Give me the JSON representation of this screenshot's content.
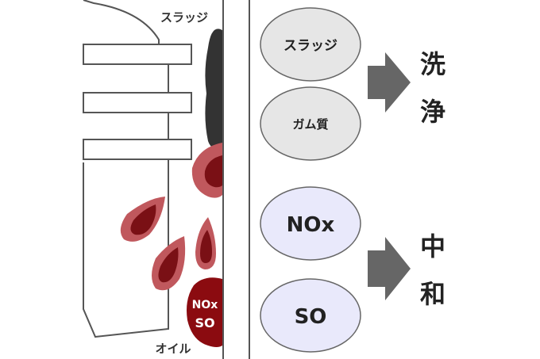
{
  "left_panel": {
    "sludge_label": "スラッジ",
    "oil_label": "オイル",
    "nox_so_label_line1": "NOx",
    "nox_so_label_line2": "SO"
  },
  "right_panel": {
    "wash_group": {
      "items": [
        "スラッジ",
        "ガム質"
      ],
      "result_char1": "洗",
      "result_char2": "浄"
    },
    "neutralize_group": {
      "items": [
        "NOx",
        "SO"
      ],
      "result_char1": "中",
      "result_char2": "和"
    }
  },
  "colors": {
    "line": "#555555",
    "sludge": "#333333",
    "drop_outer": "#c0585d",
    "drop_inner": "#7a1015",
    "nox_blob": "#8b0b10",
    "gray_bubble": "#e6e6e6",
    "blue_bubble": "#e9e9fb",
    "arrow": "#666666"
  }
}
